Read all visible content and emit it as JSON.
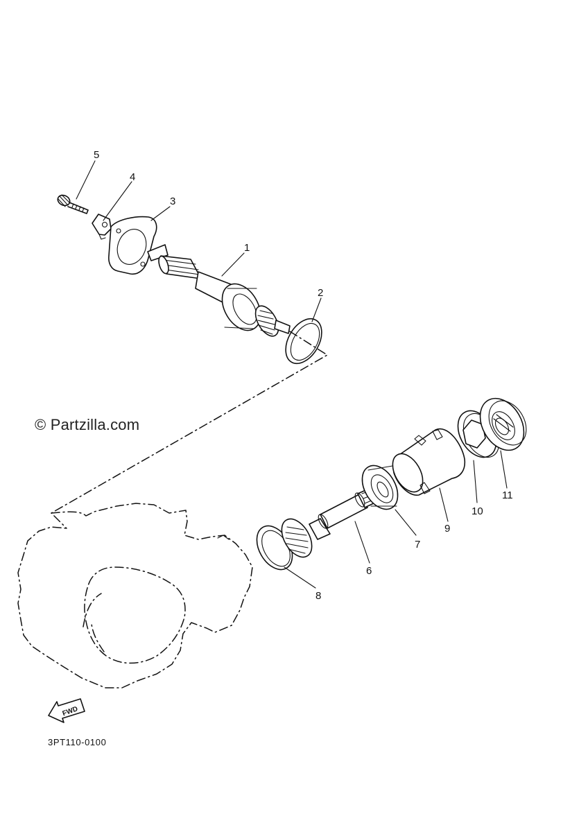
{
  "watermark": "© Partzilla.com",
  "drawing_code": "3PT110-0100",
  "forward_arrow_label": "FWD",
  "callouts": [
    {
      "id": "p1",
      "text": "1"
    },
    {
      "id": "p2",
      "text": "2"
    },
    {
      "id": "p3",
      "text": "3"
    },
    {
      "id": "p4",
      "text": "4"
    },
    {
      "id": "p5",
      "text": "5"
    },
    {
      "id": "p6",
      "text": "6"
    },
    {
      "id": "p7",
      "text": "7"
    },
    {
      "id": "p8",
      "text": "8"
    },
    {
      "id": "p9",
      "text": "9"
    },
    {
      "id": "p10",
      "text": "10"
    },
    {
      "id": "p11",
      "text": "11"
    }
  ],
  "icons": {
    "forward_arrow": "fwd-arrow-icon"
  }
}
